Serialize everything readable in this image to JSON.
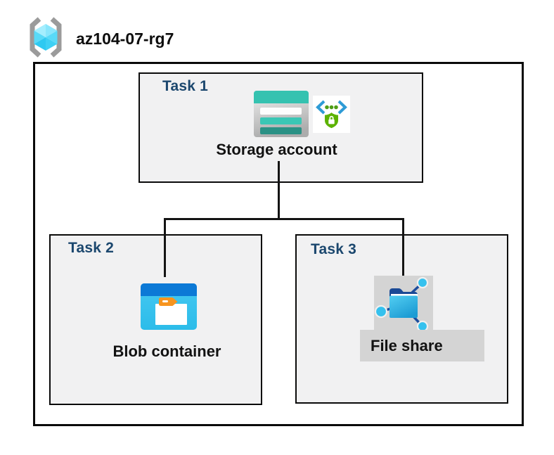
{
  "header": {
    "resource_group_name": "az104-07-rg7",
    "resource_group_icon": "resource-group-icon"
  },
  "tasks": [
    {
      "label": "Task 1",
      "resource": "Storage account",
      "icons": [
        "storage-account-icon",
        "secure-access-icon"
      ]
    },
    {
      "label": "Task 2",
      "resource": "Blob container",
      "icons": [
        "blob-container-icon"
      ]
    },
    {
      "label": "Task 3",
      "resource": "File share",
      "icons": [
        "file-share-icon"
      ]
    }
  ],
  "colors": {
    "task_label_navy": "#1B476E",
    "box_fill_gray": "#F1F1F2",
    "box_border": "#000000",
    "connector": "#141414",
    "storage_teal": "#35C2B0",
    "storage_teal_dark": "#2A9185",
    "blob_top_blue": "#0C79D6",
    "blob_body_cyan": "#38C6EF",
    "tag_orange": "#F7941E",
    "file_share_navy": "#1B4A96",
    "file_share_cyan": "#35C1EE",
    "shield_green": "#5CB200",
    "bracket_blue": "#2E9BD6",
    "highlight_gray": "#D4D4D4",
    "rg_cube_cyan": "#59DAF8",
    "rg_bracket_gray": "#9B9B9B"
  }
}
